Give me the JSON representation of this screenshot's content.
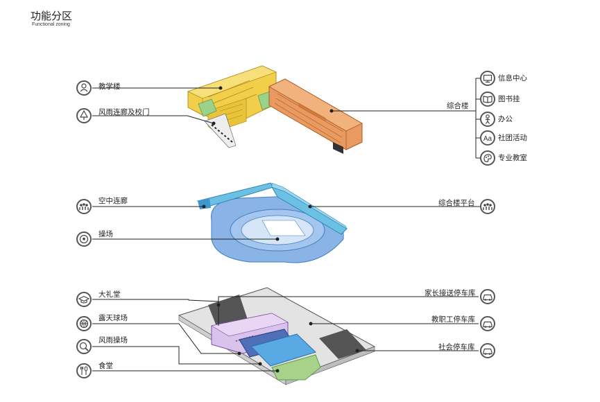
{
  "header": {
    "title": "功能分区",
    "subtitle": "Functional zoning"
  },
  "zones": {
    "teaching_building": "教学楼",
    "covered_corridor_gate": "风雨连廊及校门",
    "complex_building": "综合楼",
    "info_center": "信息中心",
    "library": "图书挂",
    "office": "办公",
    "club_activities": "社团活动",
    "special_classrooms": "专业教室",
    "sky_corridor": "空中连廊",
    "playground": "操场",
    "complex_platform": "综合楼平台",
    "auditorium": "大礼堂",
    "outdoor_court": "露天球场",
    "covered_playground": "风雨操场",
    "canteen": "食堂",
    "parent_parking": "家长接送停车库",
    "staff_parking": "教职工停车库",
    "public_parking": "社会停车库"
  },
  "icons": {
    "teaching_building": "person-icon",
    "covered_corridor_gate": "tree-icon",
    "info_center": "monitor-icon",
    "library": "book-icon",
    "office": "figure-icon",
    "club_activities": "font-aa-icon",
    "special_classrooms": "palette-icon",
    "sky_corridor": "people-group-icon",
    "playground": "soccer-ball-icon",
    "complex_platform": "people-group-icon",
    "auditorium": "graduation-cap-icon",
    "outdoor_court": "basketball-icon",
    "covered_playground": "running-icon",
    "canteen": "fork-spoon-icon",
    "parent_parking": "car-icon",
    "staff_parking": "car-icon",
    "public_parking": "car-icon"
  },
  "colors": {
    "teaching": "#f1cf4a",
    "complex": "#e89a60",
    "corridor": "#9ad28a",
    "sky": "#6cc0e4",
    "playground": "#8ab4e6",
    "auditorium": "#d9c2ec",
    "outdoor_court": "#4f6fb8",
    "covered_playground": "#58a9e4",
    "canteen": "#a8d18a",
    "parking": "#555555",
    "podium": "#e3e3e3",
    "icon_ring": "#555555"
  }
}
